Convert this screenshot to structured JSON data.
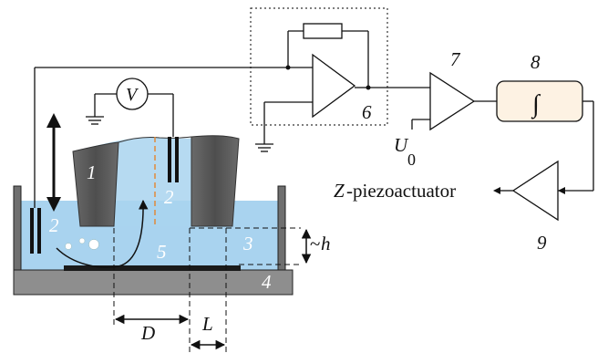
{
  "labels": {
    "n1": "1",
    "n2_left": "2",
    "n2_right": "2",
    "n3": "3",
    "n4": "4",
    "n5": "5",
    "n6": "6",
    "n7": "7",
    "n8": "8",
    "n9": "9",
    "voltmeter": "V",
    "integrator_symbol": "∫",
    "u0_main": "U",
    "u0_sub": "0",
    "z_prefix": "Z",
    "z_suffix": "-piezoactuator",
    "dim_d": "D",
    "dim_l": "L",
    "dim_h_prefix": "~",
    "dim_h": "h"
  },
  "colors": {
    "liquid": "#a9d3ef",
    "electrode": "#5b5b5b",
    "base": "#8e8e8e",
    "integrator_fill": "#fdf2e3",
    "line": "#111111",
    "dash_orange": "#e08a3a"
  }
}
